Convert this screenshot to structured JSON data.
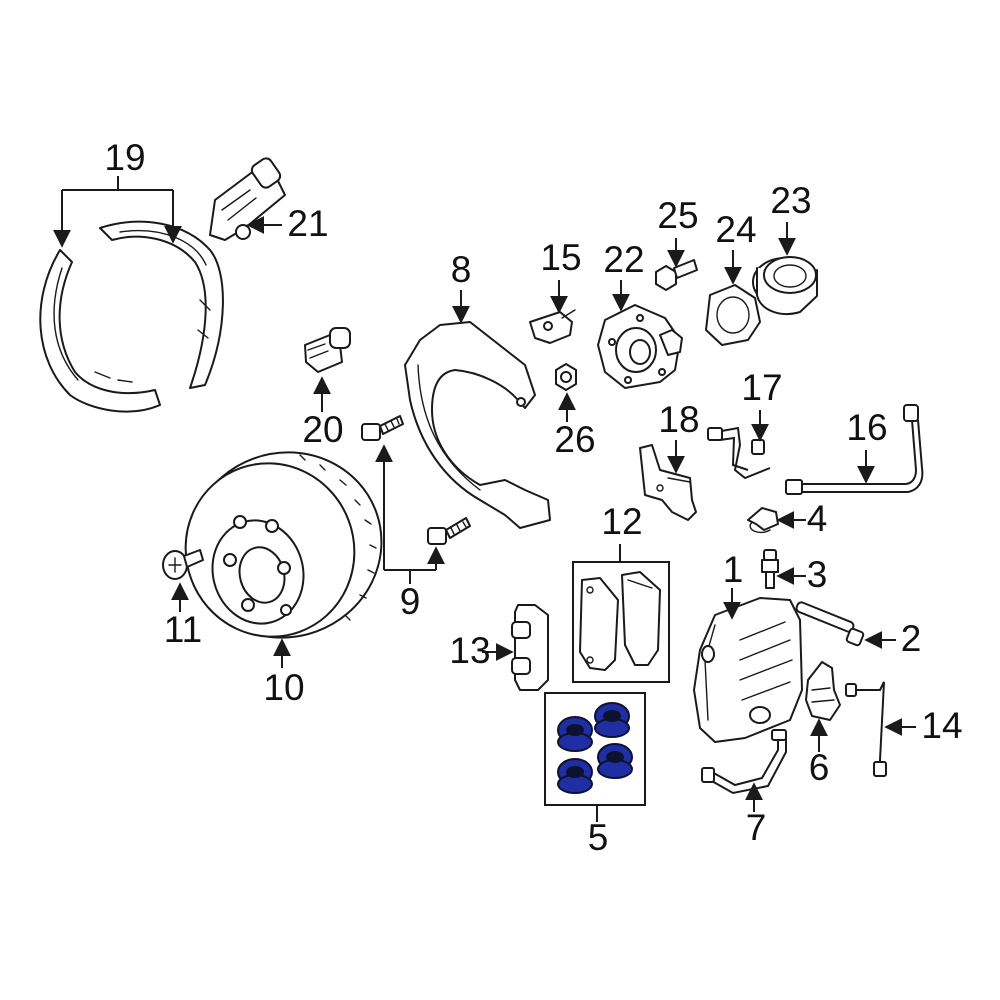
{
  "callouts": {
    "c1": "1",
    "c2": "2",
    "c3": "3",
    "c4": "4",
    "c5": "5",
    "c6": "6",
    "c7": "7",
    "c8": "8",
    "c9": "9",
    "c10": "10",
    "c11": "11",
    "c12": "12",
    "c13": "13",
    "c14": "14",
    "c15": "15",
    "c16": "16",
    "c17": "17",
    "c18": "18",
    "c19": "19",
    "c20": "20",
    "c21": "21",
    "c22": "22",
    "c23": "23",
    "c24": "24",
    "c25": "25",
    "c26": "26"
  },
  "colors": {
    "line": "#1a1a1a",
    "highlight": "#1f2fa3",
    "background": "#ffffff"
  }
}
